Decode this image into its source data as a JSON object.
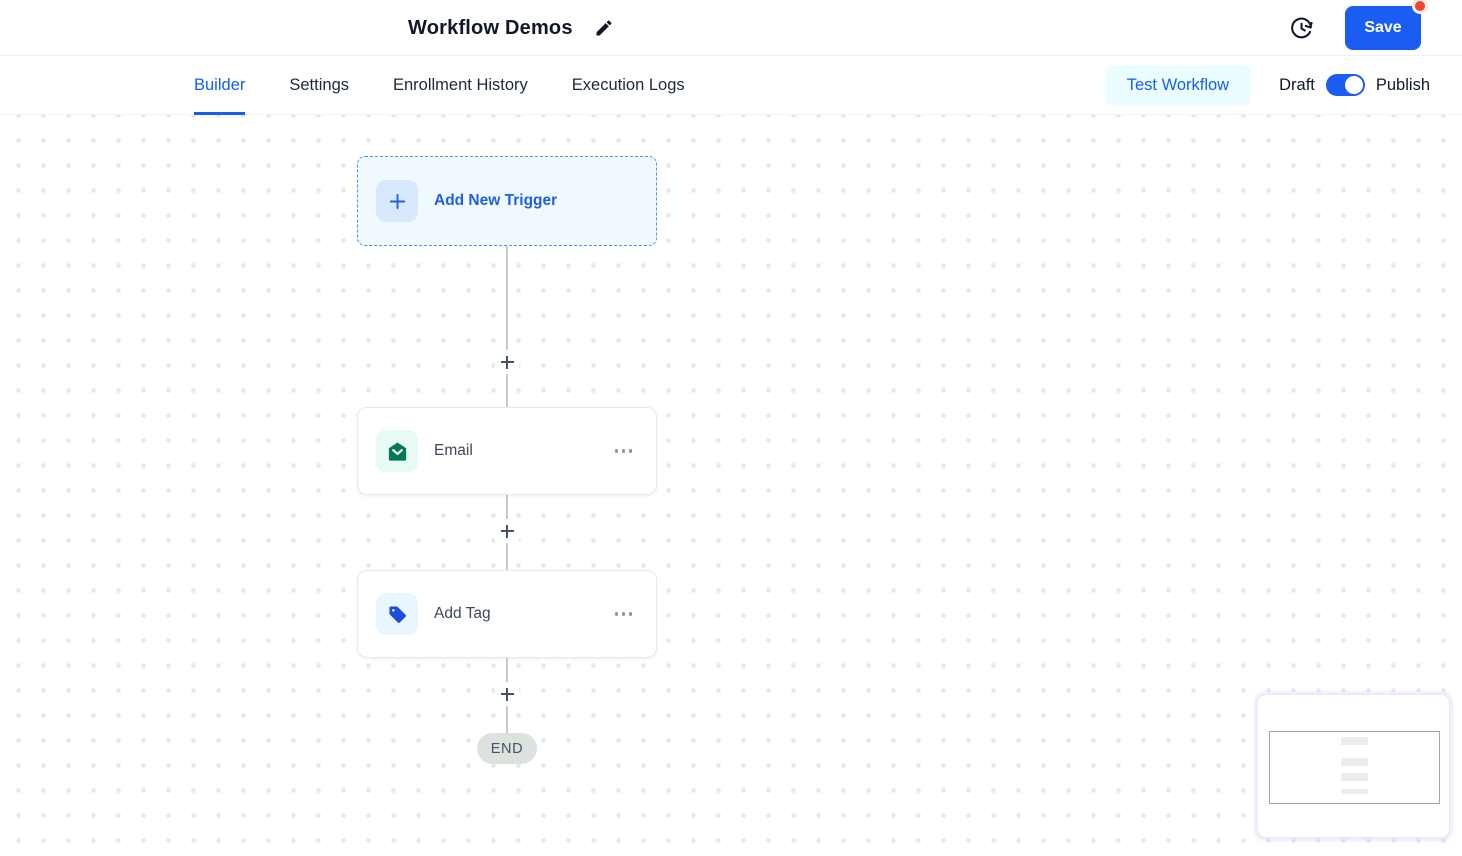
{
  "header": {
    "title": "Workflow Demos",
    "save_label": "Save"
  },
  "tab_bar": {
    "tabs": [
      {
        "label": "Builder",
        "active": true
      },
      {
        "label": "Settings",
        "active": false
      },
      {
        "label": "Enrollment History",
        "active": false
      },
      {
        "label": "Execution Logs",
        "active": false
      }
    ],
    "test_workflow_label": "Test Workflow",
    "draft_label": "Draft",
    "publish_label": "Publish",
    "publish_toggle_on": true
  },
  "canvas": {
    "trigger": {
      "label": "Add New Trigger"
    },
    "nodes": [
      {
        "label": "Email",
        "icon": "email-open-icon"
      },
      {
        "label": "Add Tag",
        "icon": "tag-icon"
      }
    ],
    "end_label": "END"
  },
  "icons": {
    "header": [
      "edit-pencil-icon",
      "history-clock-icon"
    ],
    "node_menu": "ellipsis-icon"
  },
  "colors": {
    "accent_blue": "#155eef",
    "save_button_blue": "#1b5df2",
    "notification_red": "#f04438",
    "trigger_bg": "#eff9fe",
    "trigger_border": "#4693f8",
    "email_icon_green": "#047857",
    "tag_icon_blue": "#1d4ed8",
    "end_pill_bg": "#dce3dd",
    "grid_dot": "#e4e7ec"
  }
}
